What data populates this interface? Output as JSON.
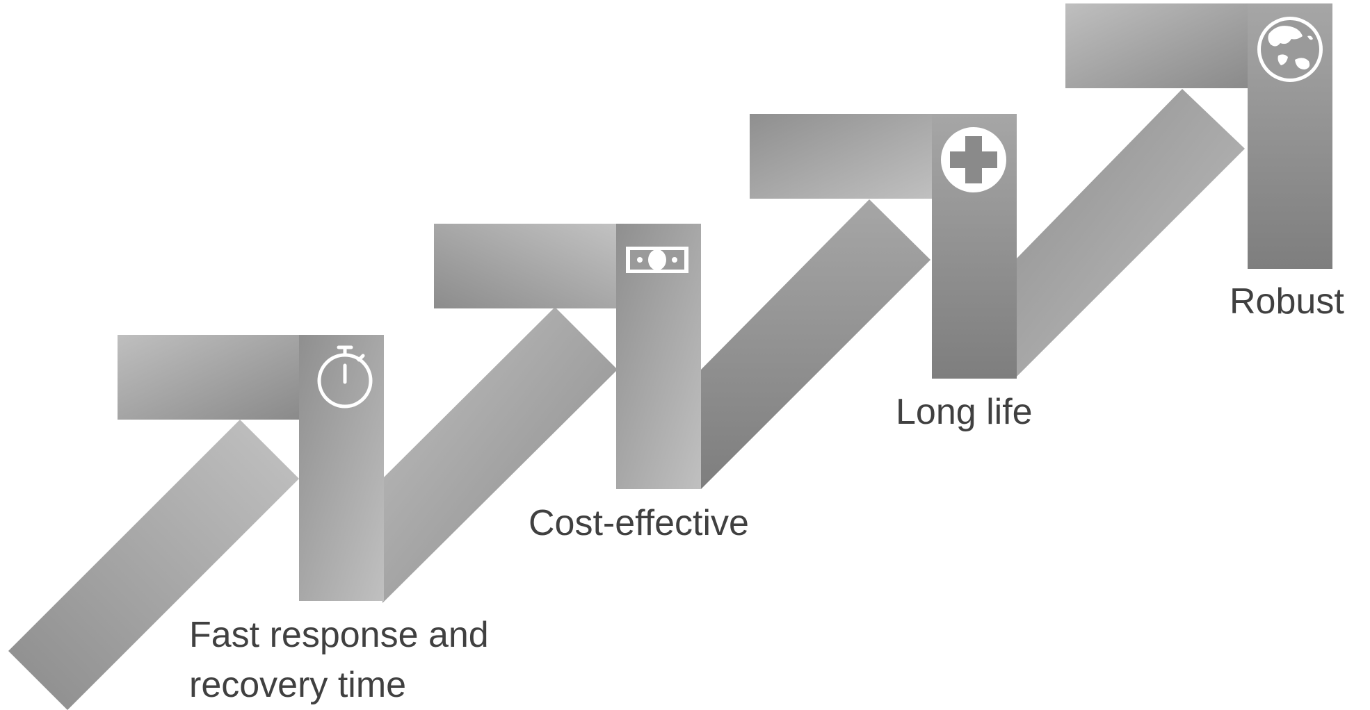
{
  "steps": [
    {
      "icon": "stopwatch-icon",
      "lines": [
        "Fast response and",
        "recovery time"
      ]
    },
    {
      "icon": "banknote-icon",
      "lines": [
        "Cost-effective"
      ]
    },
    {
      "icon": "medical-cross-icon",
      "lines": [
        "Long life"
      ]
    },
    {
      "icon": "globe-icon",
      "lines": [
        "Robust"
      ]
    }
  ],
  "colors": {
    "text": "#404040",
    "shape_light": "#bdbdbd",
    "shape_dark": "#858585",
    "icon": "#ffffff"
  }
}
